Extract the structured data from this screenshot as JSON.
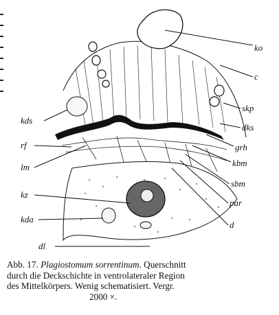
{
  "figure": {
    "labels": {
      "ko": "ko",
      "c": "c",
      "skp": "skp",
      "dks": "dks",
      "grh": "grh",
      "kbm": "kbm",
      "sbm": "sbm",
      "par": "par",
      "d": "d",
      "kds": "kds",
      "rf": "rf",
      "lm": "lm",
      "kz": "kz",
      "kda": "kda",
      "dl": "dl"
    }
  },
  "caption": {
    "prefix": "Abb. 17.",
    "species": "Plagiostomum sorrentinum.",
    "rest_line1": "Querschnitt",
    "line2": "durch die Deckschichte in ventrolateraler Region",
    "line3": "des Mittelkörpers.  Wenig schematisiert.  Vergr.",
    "line4": "2000 ×."
  }
}
